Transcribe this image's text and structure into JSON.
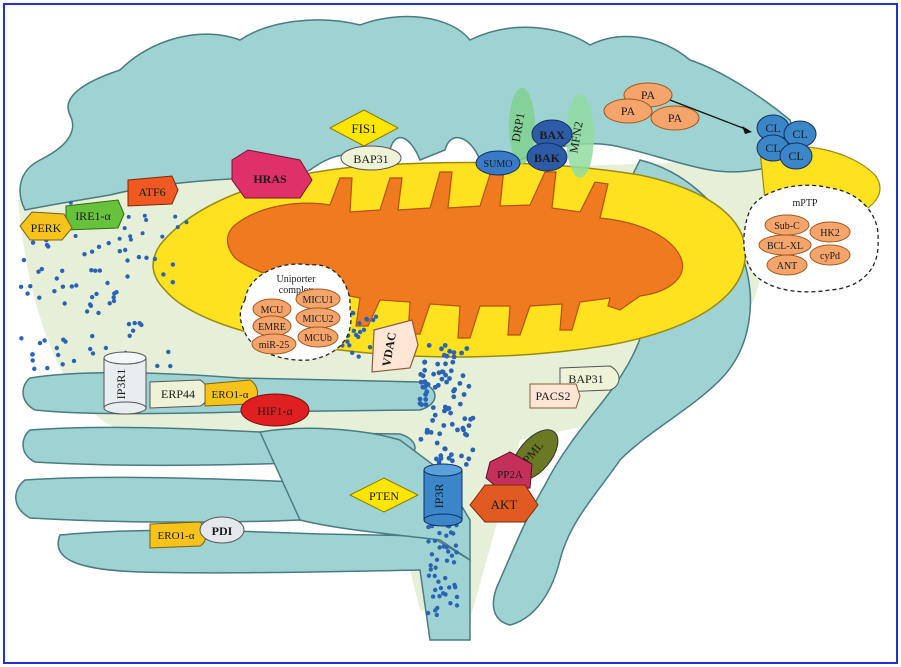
{
  "colors": {
    "frame": "#2233cc",
    "er": "#9fd3d3",
    "er_outline": "#4a7a82",
    "cytosol": "#e6f0d8",
    "mito_outer": "#ffe21f",
    "mito_inner": "#f07a1f",
    "calcium": "#2a63b5",
    "protein": "#f5a56b"
  },
  "labels": {
    "fis1": "FIS1",
    "bap31_top": "BAP31",
    "hras": "HRAS",
    "atf6": "ATF6",
    "ire1": "IRE1-α",
    "perk": "PERK",
    "drp1": "DRP1",
    "bax": "BAX",
    "bak": "BAK",
    "mfn2": "MFN2",
    "sumo": "SUMO",
    "pa1": "PA",
    "pa2": "PA",
    "pa3": "PA",
    "cl1": "CL",
    "cl2": "CL",
    "cl3": "CL",
    "cl4": "CL",
    "uniporter_title_1": "Uniporter",
    "uniporter_title_2": "complex",
    "mcu": "MCU",
    "micu1": "MICU1",
    "micu2": "MICU2",
    "emre": "EMRE",
    "mir25": "miR-25",
    "mcub": "MCUb",
    "vdac": "VDAC",
    "mptp_title": "mPTP",
    "subc": "Sub-C",
    "hk2": "HK2",
    "bclxl": "BCL-XL",
    "cypd": "cyPd",
    "ant": "ANT",
    "ip3r1": "IP3R1",
    "erp44": "ERP44",
    "ero1a_mid": "ERO1-α",
    "hif1a": "HIF1-α",
    "bap31_right": "BAP31",
    "pacs2": "PACS2",
    "pml": "PML",
    "pp2a": "PP2A",
    "akt": "AKT",
    "pten": "PTEN",
    "ip3r": "IP3R",
    "ero1a_bottom": "ERO1-α",
    "pdi": "PDI"
  }
}
